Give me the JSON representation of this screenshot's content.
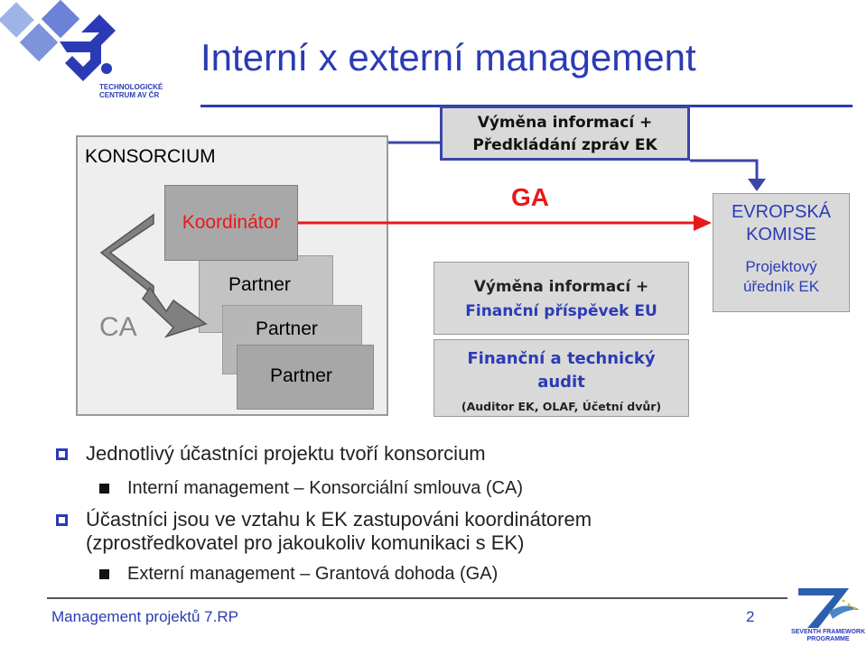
{
  "title": "Interní x externí management",
  "logo": {
    "line1": "TECHNOLOGICKÉ",
    "line2": "CENTRUM AV ČR"
  },
  "diagram": {
    "konsorcium": "KONSORCIUM",
    "ca": "CA",
    "koordinator": "Koordinátor",
    "partners": [
      "Partner",
      "Partner",
      "Partner"
    ],
    "exchange_top": [
      "Výměna informací +",
      "Předkládání zpráv EK"
    ],
    "ga": "GA",
    "exchange_mid": [
      "Výměna informací +",
      "Finanční příspěvek EU"
    ],
    "audit_main": [
      "Finanční a technický",
      "audit"
    ],
    "audit_sub": "(Auditor EK, OLAF, Účetní dvůr)",
    "ek_title": [
      "EVROPSKÁ",
      "KOMISE"
    ],
    "ek_sub": [
      "Projektový",
      "úředník EK"
    ]
  },
  "bullets": [
    {
      "text": "Jednotlivý účastníci projektu tvoří konsorcium",
      "sub": "Interní management – Konsorciální smlouva (CA)"
    },
    {
      "text": "Účastníci jsou ve vztahu k EK zastupováni koordinátorem (zprostředkovatel pro jakoukoliv komunikaci s EK)",
      "sub": "Externí management – Grantová dohoda (GA)"
    }
  ],
  "footer": {
    "text": "Management projektů 7.RP",
    "page": "2"
  },
  "fp7_logo": {
    "line1": "SEVENTH FRAMEWORK",
    "line2": "PROGRAMME"
  }
}
